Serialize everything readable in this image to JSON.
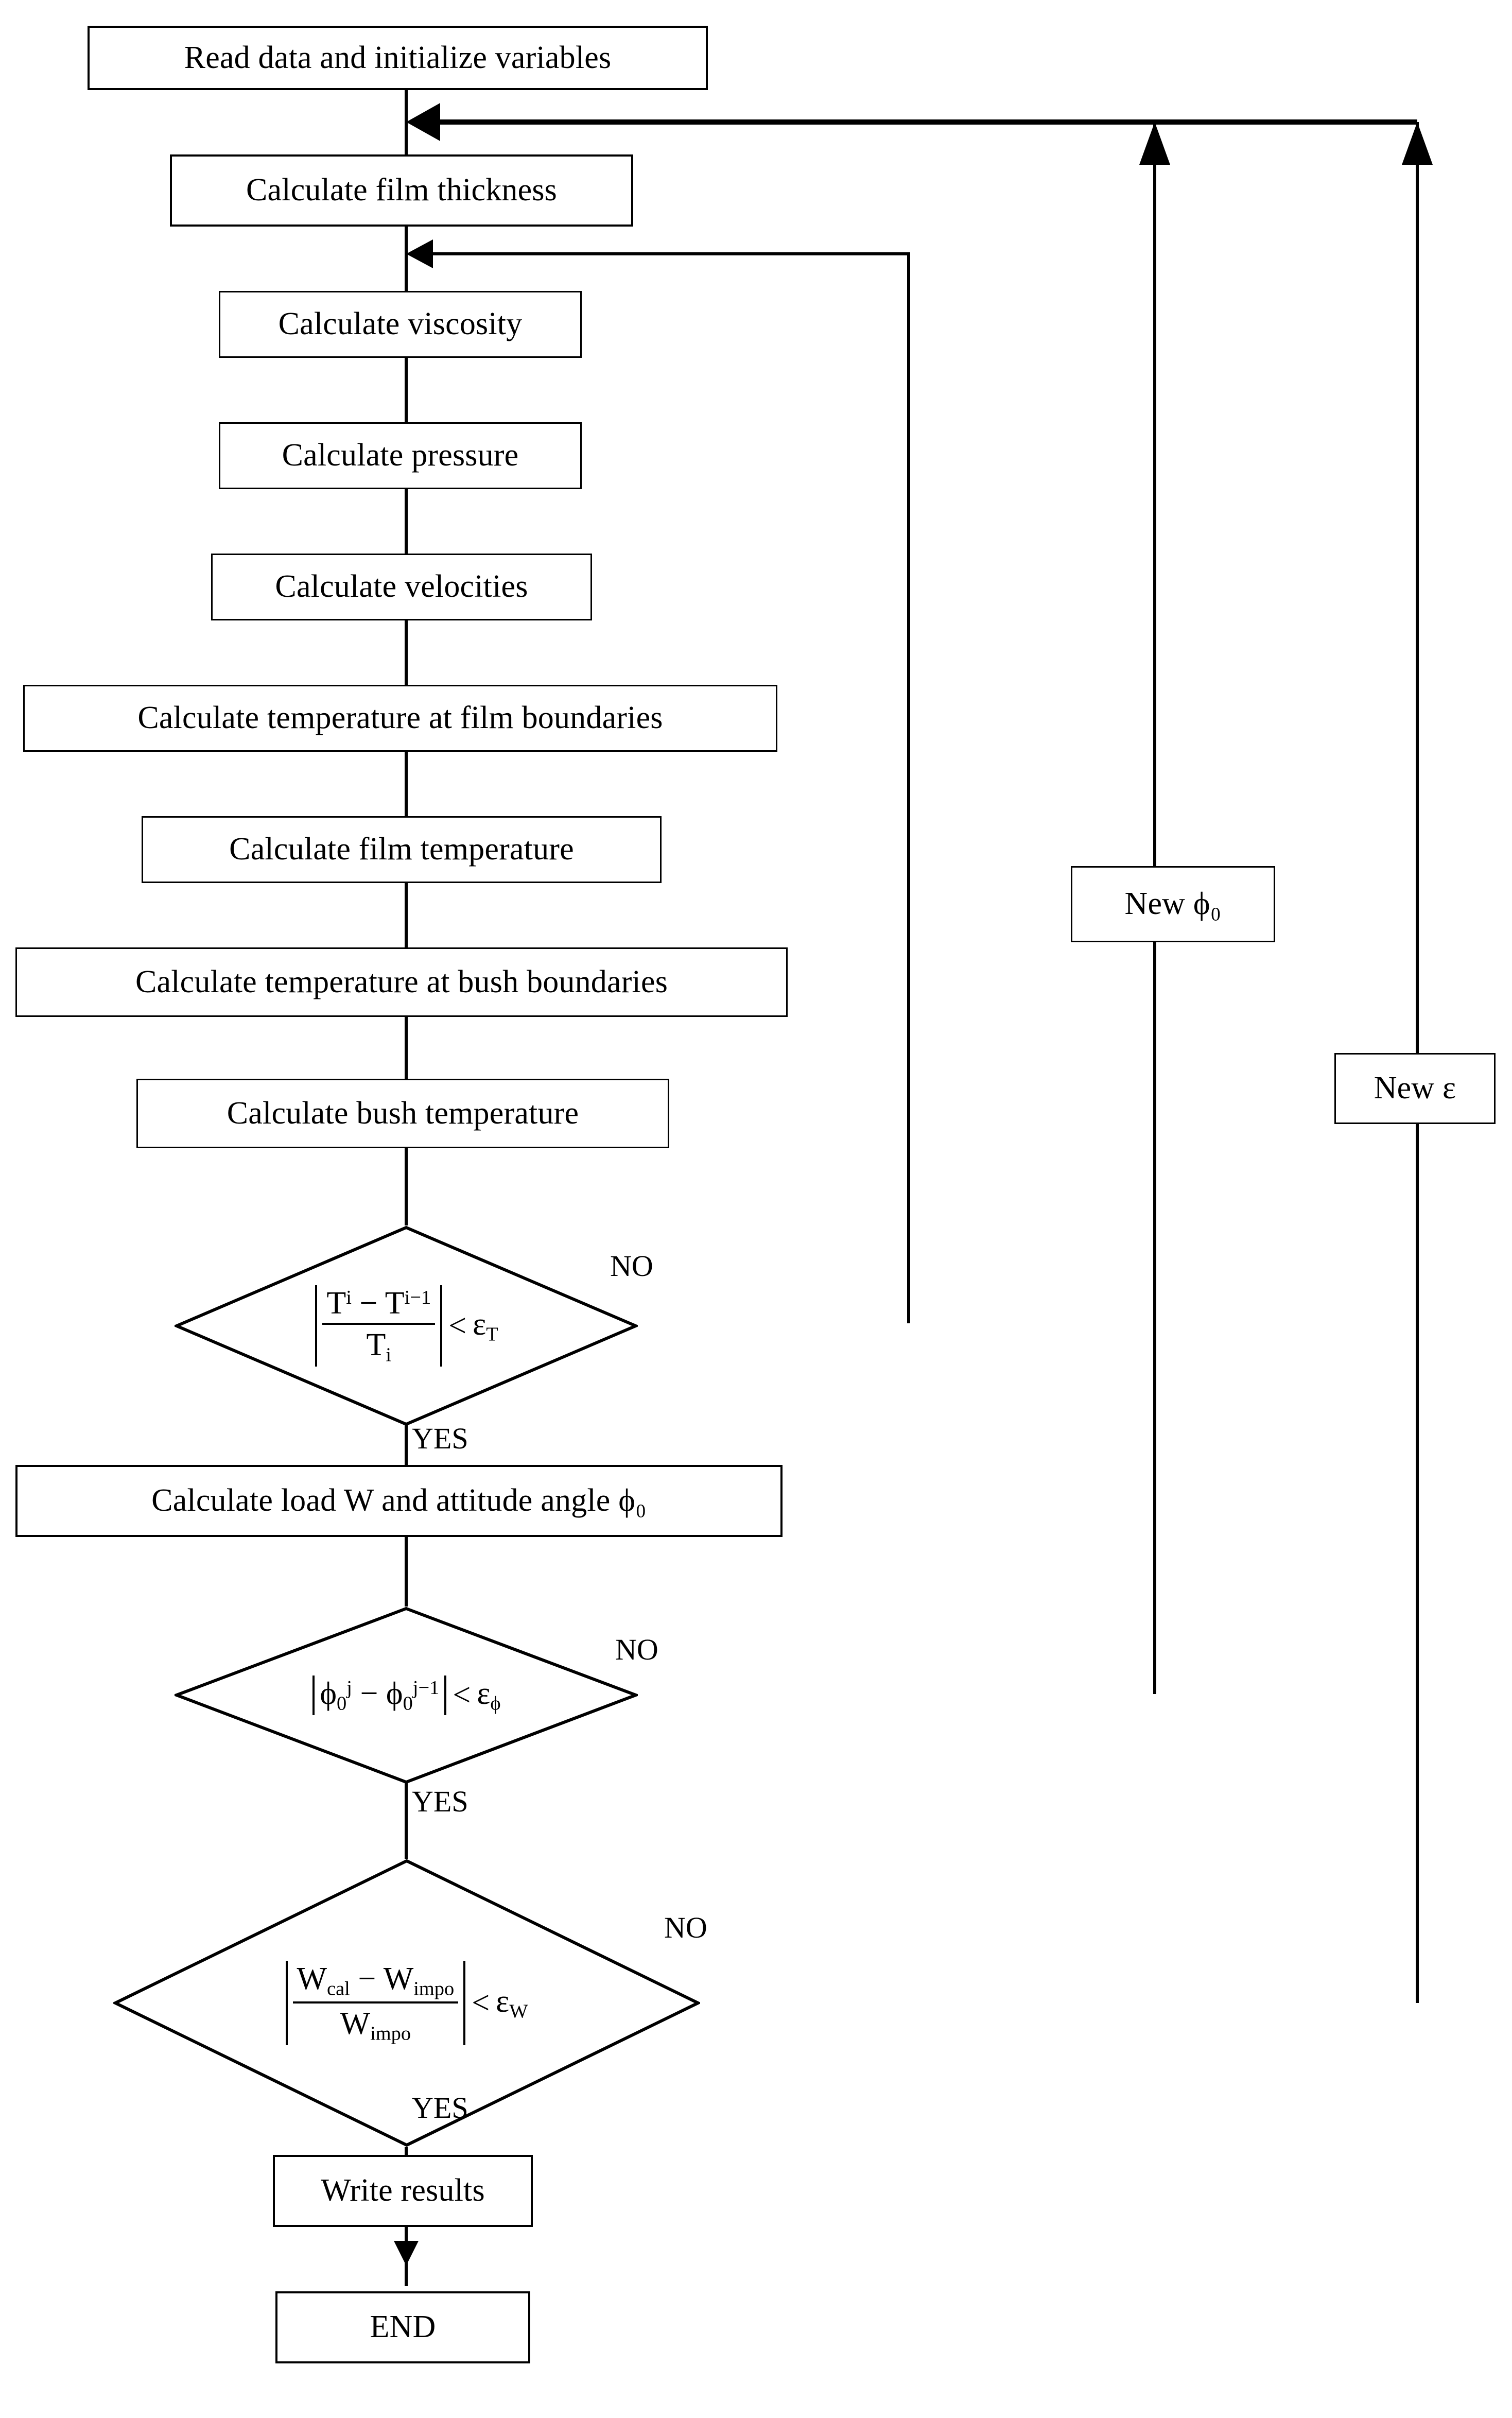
{
  "diagram": {
    "title": "Thermohydrodynamic journal bearing solution flowchart",
    "type": "flowchart",
    "line_color": "#000000",
    "fill_color": "#ffffff"
  },
  "nodes": {
    "start": {
      "label": "Read data and initialize variables"
    },
    "film_thickness": {
      "label": "Calculate film thickness"
    },
    "viscosity": {
      "label": "Calculate viscosity"
    },
    "pressure": {
      "label": "Calculate pressure"
    },
    "velocities": {
      "label": "Calculate velocities"
    },
    "temp_film_boundaries": {
      "label": "Calculate temperature at film boundaries"
    },
    "film_temperature": {
      "label": "Calculate film temperature"
    },
    "temp_bush_boundaries": {
      "label": "Calculate temperature at bush boundaries"
    },
    "bush_temperature": {
      "label": "Calculate bush temperature"
    },
    "load_attitude": {
      "label": "Calculate load W and attitude angle ϕ₀"
    },
    "write_results": {
      "label": "Write results"
    },
    "end": {
      "label": "END"
    },
    "new_phi0": {
      "label": "New ϕ₀"
    },
    "new_eps": {
      "label": "New ε"
    }
  },
  "decisions": {
    "temp_convergence": {
      "expression": "|Tⁱ − Tⁱ⁻¹| / Tᵢ < ε_T",
      "numerator": "Tⁱ − Tⁱ⁻¹",
      "denominator": "Tᵢ",
      "tolerance": "ε_T",
      "yes_label": "YES",
      "no_label": "NO"
    },
    "attitude_convergence": {
      "expression": "|ϕ₀ʲ − ϕ₀ʲ⁻¹| < ε_ϕ",
      "tolerance": "ε_ϕ",
      "yes_label": "YES",
      "no_label": "NO"
    },
    "load_convergence": {
      "expression": "|W_cal − W_impo| / W_impo < ε_W",
      "numerator": "W_cal − W_impo",
      "denominator": "W_impo",
      "tolerance": "ε_W",
      "yes_label": "YES",
      "no_label": "NO"
    }
  },
  "edge_labels": {
    "no_1": "NO",
    "yes_1": "YES",
    "no_2": "NO",
    "yes_2": "YES",
    "no_3": "NO",
    "yes_3": "YES"
  },
  "symbols": {
    "T": "T",
    "T_prev": "T",
    "T_i": "T",
    "phi": "ϕ",
    "eps": "ε",
    "W": "W",
    "sub_zero": "0",
    "sub_i": "i",
    "sub_T": "T",
    "sub_phi": "ϕ",
    "sub_W": "W",
    "sub_cal": "cal",
    "sub_impo": "impo",
    "sup_i": "i",
    "sup_i_minus_1": "i−1",
    "sup_j": "j",
    "sup_j_minus_1": "j−1",
    "less_than": "<",
    "minus": "−"
  }
}
